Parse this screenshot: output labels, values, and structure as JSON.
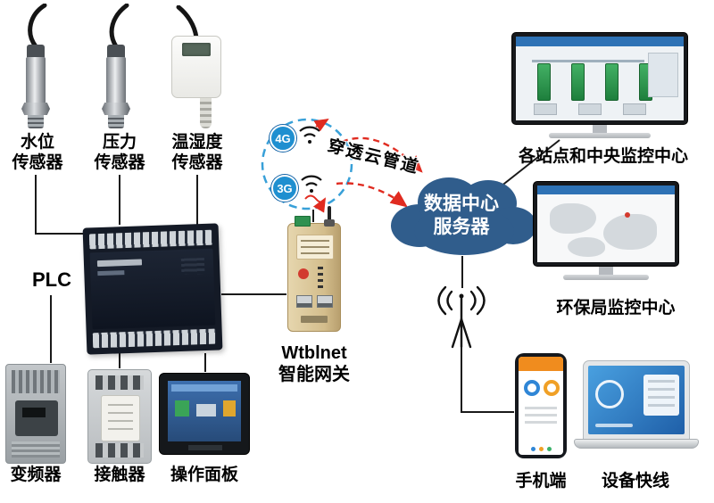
{
  "diagram": {
    "sensors": [
      {
        "label1": "水位",
        "label2": "传感器"
      },
      {
        "label1": "压力",
        "label2": "传感器"
      },
      {
        "label1": "温湿度",
        "label2": "传感器"
      }
    ],
    "plc_label": "PLC",
    "devices": [
      {
        "label": "变频器"
      },
      {
        "label": "接触器"
      },
      {
        "label": "操作面板"
      }
    ],
    "network": {
      "badge_4g": "4G",
      "badge_3g": "3G",
      "tunnel_text": "穿透云管道"
    },
    "gateway": {
      "line1": "Wtblnet",
      "line2": "智能网关"
    },
    "cloud": {
      "line1": "数据中心",
      "line2": "服务器"
    },
    "monitors": [
      {
        "label": "各站点和中央监控中心"
      },
      {
        "label": "环保局监控中心"
      }
    ],
    "phone_label": "手机端",
    "laptop_label": "设备快线",
    "colors": {
      "cloud_blue": "#305d8c",
      "badge_blue": "#1f8fd0",
      "dash_circle_blue": "#38a0d8",
      "arrow_red": "#e02b20",
      "line_black": "#1a1a1a"
    }
  }
}
